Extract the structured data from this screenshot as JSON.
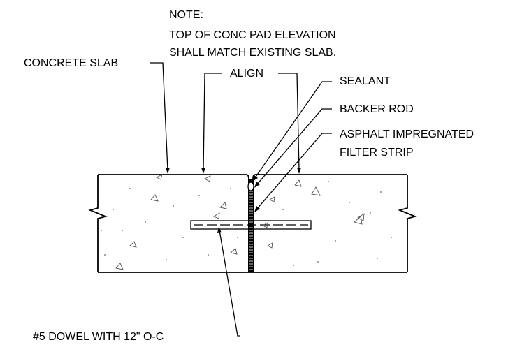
{
  "labels": {
    "note_title": "NOTE:",
    "note_line1": "TOP OF CONC PAD ELEVATION",
    "note_line2": "SHALL MATCH EXISTING SLAB.",
    "concrete_slab": "CONCRETE SLAB",
    "align": "ALIGN",
    "sealant": "SEALANT",
    "backer_rod": "BACKER ROD",
    "filter_strip_line1": "ASPHALT IMPREGNATED",
    "filter_strip_line2": "FILTER STRIP",
    "dowel": "#5 DOWEL WITH 12\" O-C"
  },
  "colors": {
    "line": "#000000",
    "aggregate": "#555555",
    "background": "#ffffff"
  }
}
